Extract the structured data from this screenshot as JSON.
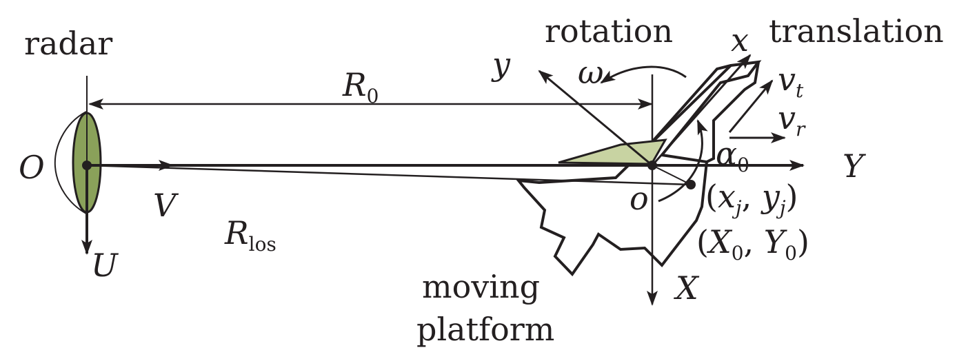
{
  "labels": {
    "radar": "radar",
    "rotation": "rotation",
    "translation": "translation",
    "moving_platform_line1": "moving",
    "moving_platform_line2": "platform",
    "O": "O",
    "V": "V",
    "U": "U",
    "R0_main": "R",
    "R0_sub": "0",
    "Rlos_main": "R",
    "Rlos_sub": "los",
    "y_axis": "y",
    "x_axis": "x",
    "Y_axis": "Y",
    "X_axis": "X",
    "o_origin": "o",
    "omega": "ω",
    "vt_main": "v",
    "vt_sub": "t",
    "vr_main": "v",
    "vr_sub": "r",
    "alpha_main": "α",
    "alpha_sub": "0",
    "scatterer_open": "(",
    "scatterer_x": "x",
    "scatterer_xsub": "j",
    "scatterer_comma": ", ",
    "scatterer_y": "y",
    "scatterer_ysub": "j",
    "scatterer_close": ")",
    "initial_open": "(",
    "initial_X": "X",
    "initial_Xsub": "0",
    "initial_comma": ", ",
    "initial_Y": "Y",
    "initial_Ysub": "0",
    "initial_close": ")"
  },
  "colors": {
    "ink": "#231f20",
    "antenna_fill": "#8aa15a",
    "wing_fill": "#c8d3a2"
  }
}
